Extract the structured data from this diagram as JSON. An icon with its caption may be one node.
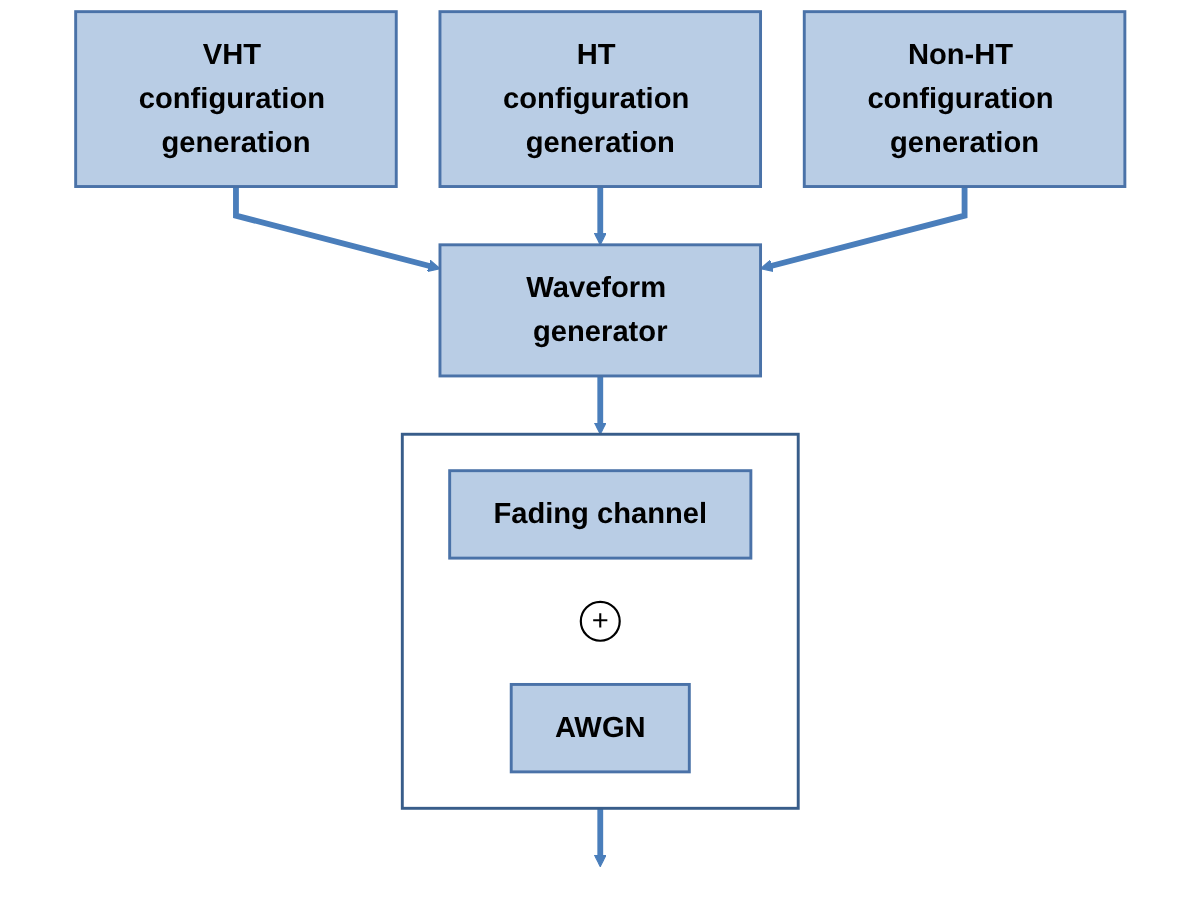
{
  "diagram": {
    "nodes": [
      {
        "text": [
          "VHT configuration generation"
        ]
      },
      {
        "text": [
          "HT configuration generation"
        ]
      },
      {
        "text": [
          "Non-HT configuration generation"
        ]
      },
      {
        "text": [
          "Waveform generator"
        ]
      },
      {
        "text": [],
        "shape": "box"
      },
      {
        "text": [
          "Fading channel"
        ],
        "in": 4
      },
      {
        "text": [
          "+"
        ],
        "in": 4
      },
      {
        "text": [
          "AWGN"
        ],
        "in": 4
      }
    ],
    "edges": [
      {
        "from": 0,
        "to": 3,
        "arrow": "to"
      },
      {
        "from": 1,
        "to": 3,
        "arrow": "to"
      },
      {
        "from": 2,
        "to": 3,
        "arrow": "to"
      },
      {
        "from": 3,
        "to": 4,
        "arrow": "to"
      },
      {
        "from": 4,
        "to": null,
        "arrow": "to"
      }
    ]
  }
}
